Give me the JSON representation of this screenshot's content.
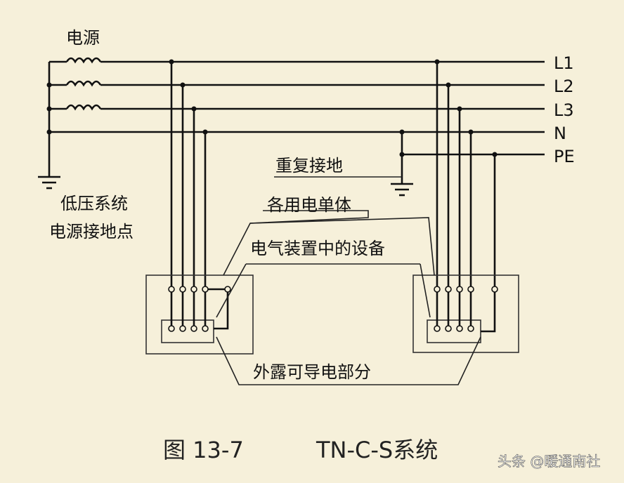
{
  "labels": {
    "source": "电源",
    "repeat_ground": "重复接地",
    "low_voltage_ground_line1": "低压系统",
    "low_voltage_ground_line2": "电源接地点",
    "single_appliance": "各用电单体",
    "installation_equipment": "电气装置中的设备",
    "exposed_parts": "外露可导电部分"
  },
  "conductors": [
    "L1",
    "L2",
    "L3",
    "N",
    "PE"
  ],
  "caption": {
    "figure": "图 13-7",
    "system": "TN-C-S系统"
  },
  "watermark": "头条 @暖通南社",
  "colors": {
    "background": "#f6f0da",
    "line": "#111111"
  }
}
